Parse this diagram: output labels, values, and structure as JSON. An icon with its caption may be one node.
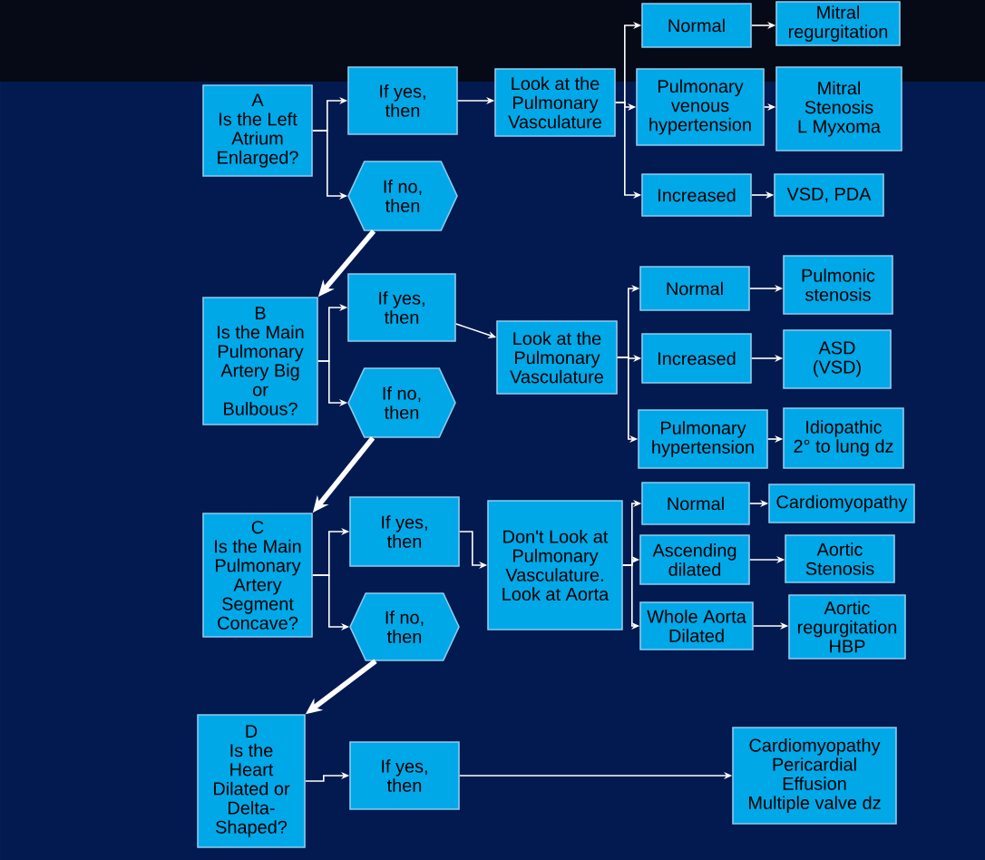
{
  "diagram": {
    "nodes": [
      {
        "text": [
          "A",
          "Is the Left Atrium Enlarged?"
        ]
      },
      {
        "text": [
          "If yes, then"
        ]
      },
      {
        "text": [
          "If no, then"
        ]
      },
      {
        "text": [
          "Look at the Pulmonary Vasculature"
        ]
      },
      {
        "text": [
          "Normal"
        ]
      },
      {
        "text": [
          "Pulmonary venous hypertension"
        ]
      },
      {
        "text": [
          "Increased"
        ]
      },
      {
        "text": [
          "Mitral regurgitation"
        ]
      },
      {
        "text": [
          "Mitral Stenosis",
          "L Myxoma"
        ]
      },
      {
        "text": [
          "VSD, PDA"
        ]
      },
      {
        "text": [
          "B",
          "Is the Main Pulmonary Artery Big or Bulbous?"
        ]
      },
      {
        "text": [
          "If yes, then"
        ]
      },
      {
        "text": [
          "If no, then"
        ]
      },
      {
        "text": [
          "Look at the Pulmonary Vasculature"
        ]
      },
      {
        "text": [
          "Normal"
        ]
      },
      {
        "text": [
          "Increased"
        ]
      },
      {
        "text": [
          "Pulmonary hypertension"
        ]
      },
      {
        "text": [
          "Pulmonic stenosis"
        ]
      },
      {
        "text": [
          "ASD (VSD)"
        ]
      },
      {
        "text": [
          "Idiopathic",
          "2° to lung dz"
        ]
      },
      {
        "text": [
          "C",
          "Is the Main Pulmonary Artery Segment Concave?"
        ]
      },
      {
        "text": [
          "If yes, then"
        ]
      },
      {
        "text": [
          "If no, then"
        ]
      },
      {
        "text": [
          "Don't Look at Pulmonary Vasculature. Look at Aorta"
        ]
      },
      {
        "text": [
          "Normal"
        ]
      },
      {
        "text": [
          "Ascending dilated"
        ]
      },
      {
        "text": [
          "Whole Aorta Dilated"
        ]
      },
      {
        "text": [
          "Cardiomyopathy"
        ]
      },
      {
        "text": [
          "Aortic Stenosis"
        ]
      },
      {
        "text": [
          "Aortic regurgitation",
          "HBP"
        ]
      },
      {
        "text": [
          "D",
          "Is the Heart Dilated or Delta-Shaped?"
        ]
      },
      {
        "text": [
          "If yes, then"
        ]
      },
      {
        "text": [
          "Cardiomyopathy",
          "Pericardial Effusion",
          "Multiple valve dz"
        ]
      }
    ],
    "edges": [
      {
        "from": 0,
        "to": 1,
        "arrow": "to"
      },
      {
        "from": 0,
        "to": 2,
        "arrow": "to"
      },
      {
        "from": 1,
        "to": 3,
        "arrow": "to"
      },
      {
        "from": 3,
        "to": 4,
        "arrow": "to"
      },
      {
        "from": 3,
        "to": 5,
        "arrow": "to"
      },
      {
        "from": 3,
        "to": 6,
        "arrow": "to"
      },
      {
        "from": 4,
        "to": 7,
        "arrow": "to"
      },
      {
        "from": 5,
        "to": 8,
        "arrow": "to"
      },
      {
        "from": 6,
        "to": 9,
        "arrow": "to"
      },
      {
        "from": 2,
        "to": 10,
        "arrow": "to",
        "style": "thick"
      },
      {
        "from": 10,
        "to": 11,
        "arrow": "to"
      },
      {
        "from": 10,
        "to": 12,
        "arrow": "to"
      },
      {
        "from": 11,
        "to": 13,
        "arrow": "to"
      },
      {
        "from": 13,
        "to": 14,
        "arrow": "to"
      },
      {
        "from": 13,
        "to": 15,
        "arrow": "to"
      },
      {
        "from": 13,
        "to": 16,
        "arrow": "to"
      },
      {
        "from": 14,
        "to": 17,
        "arrow": "to"
      },
      {
        "from": 15,
        "to": 18,
        "arrow": "to"
      },
      {
        "from": 16,
        "to": 19,
        "arrow": "to"
      },
      {
        "from": 12,
        "to": 20,
        "arrow": "to",
        "style": "thick"
      },
      {
        "from": 20,
        "to": 21,
        "arrow": "to"
      },
      {
        "from": 20,
        "to": 22,
        "arrow": "to"
      },
      {
        "from": 21,
        "to": 23,
        "arrow": "to"
      },
      {
        "from": 23,
        "to": 24,
        "arrow": "to"
      },
      {
        "from": 23,
        "to": 25,
        "arrow": "to"
      },
      {
        "from": 23,
        "to": 26,
        "arrow": "to"
      },
      {
        "from": 24,
        "to": 27,
        "arrow": "to"
      },
      {
        "from": 25,
        "to": 28,
        "arrow": "to"
      },
      {
        "from": 26,
        "to": 29,
        "arrow": "to"
      },
      {
        "from": 22,
        "to": 30,
        "arrow": "to",
        "style": "thick"
      },
      {
        "from": 30,
        "to": 31,
        "arrow": "to"
      },
      {
        "from": 31,
        "to": 32,
        "arrow": "to"
      }
    ]
  }
}
